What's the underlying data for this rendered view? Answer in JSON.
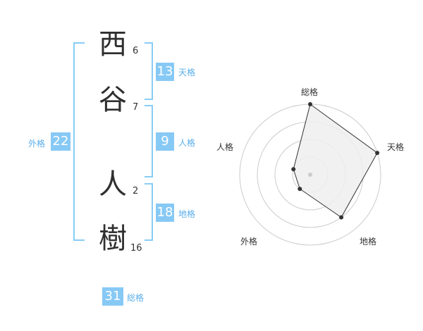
{
  "name": {
    "chars": [
      {
        "char": "西",
        "strokes": "6"
      },
      {
        "char": "谷",
        "strokes": "7"
      },
      {
        "char": "人",
        "strokes": "2"
      },
      {
        "char": "樹",
        "strokes": "16"
      }
    ]
  },
  "fortunes": {
    "tenkaku": {
      "value": "13",
      "label": "天格"
    },
    "jinkaku": {
      "value": "9",
      "label": "人格"
    },
    "chikaku": {
      "value": "18",
      "label": "地格"
    },
    "gaikaku": {
      "value": "22",
      "label": "外格"
    },
    "soukaku": {
      "value": "31",
      "label": "総格"
    }
  },
  "colors": {
    "accent": "#87c9f5",
    "bracket": "#88cdf6",
    "label": "#5aaeea",
    "radar_fill": "#eeeeee"
  },
  "chart_data": {
    "type": "radar",
    "axes": [
      "総格",
      "天格",
      "地格",
      "外格",
      "人格"
    ],
    "values": [
      4,
      4,
      3,
      1,
      1
    ],
    "max": 4,
    "rings": 4
  }
}
